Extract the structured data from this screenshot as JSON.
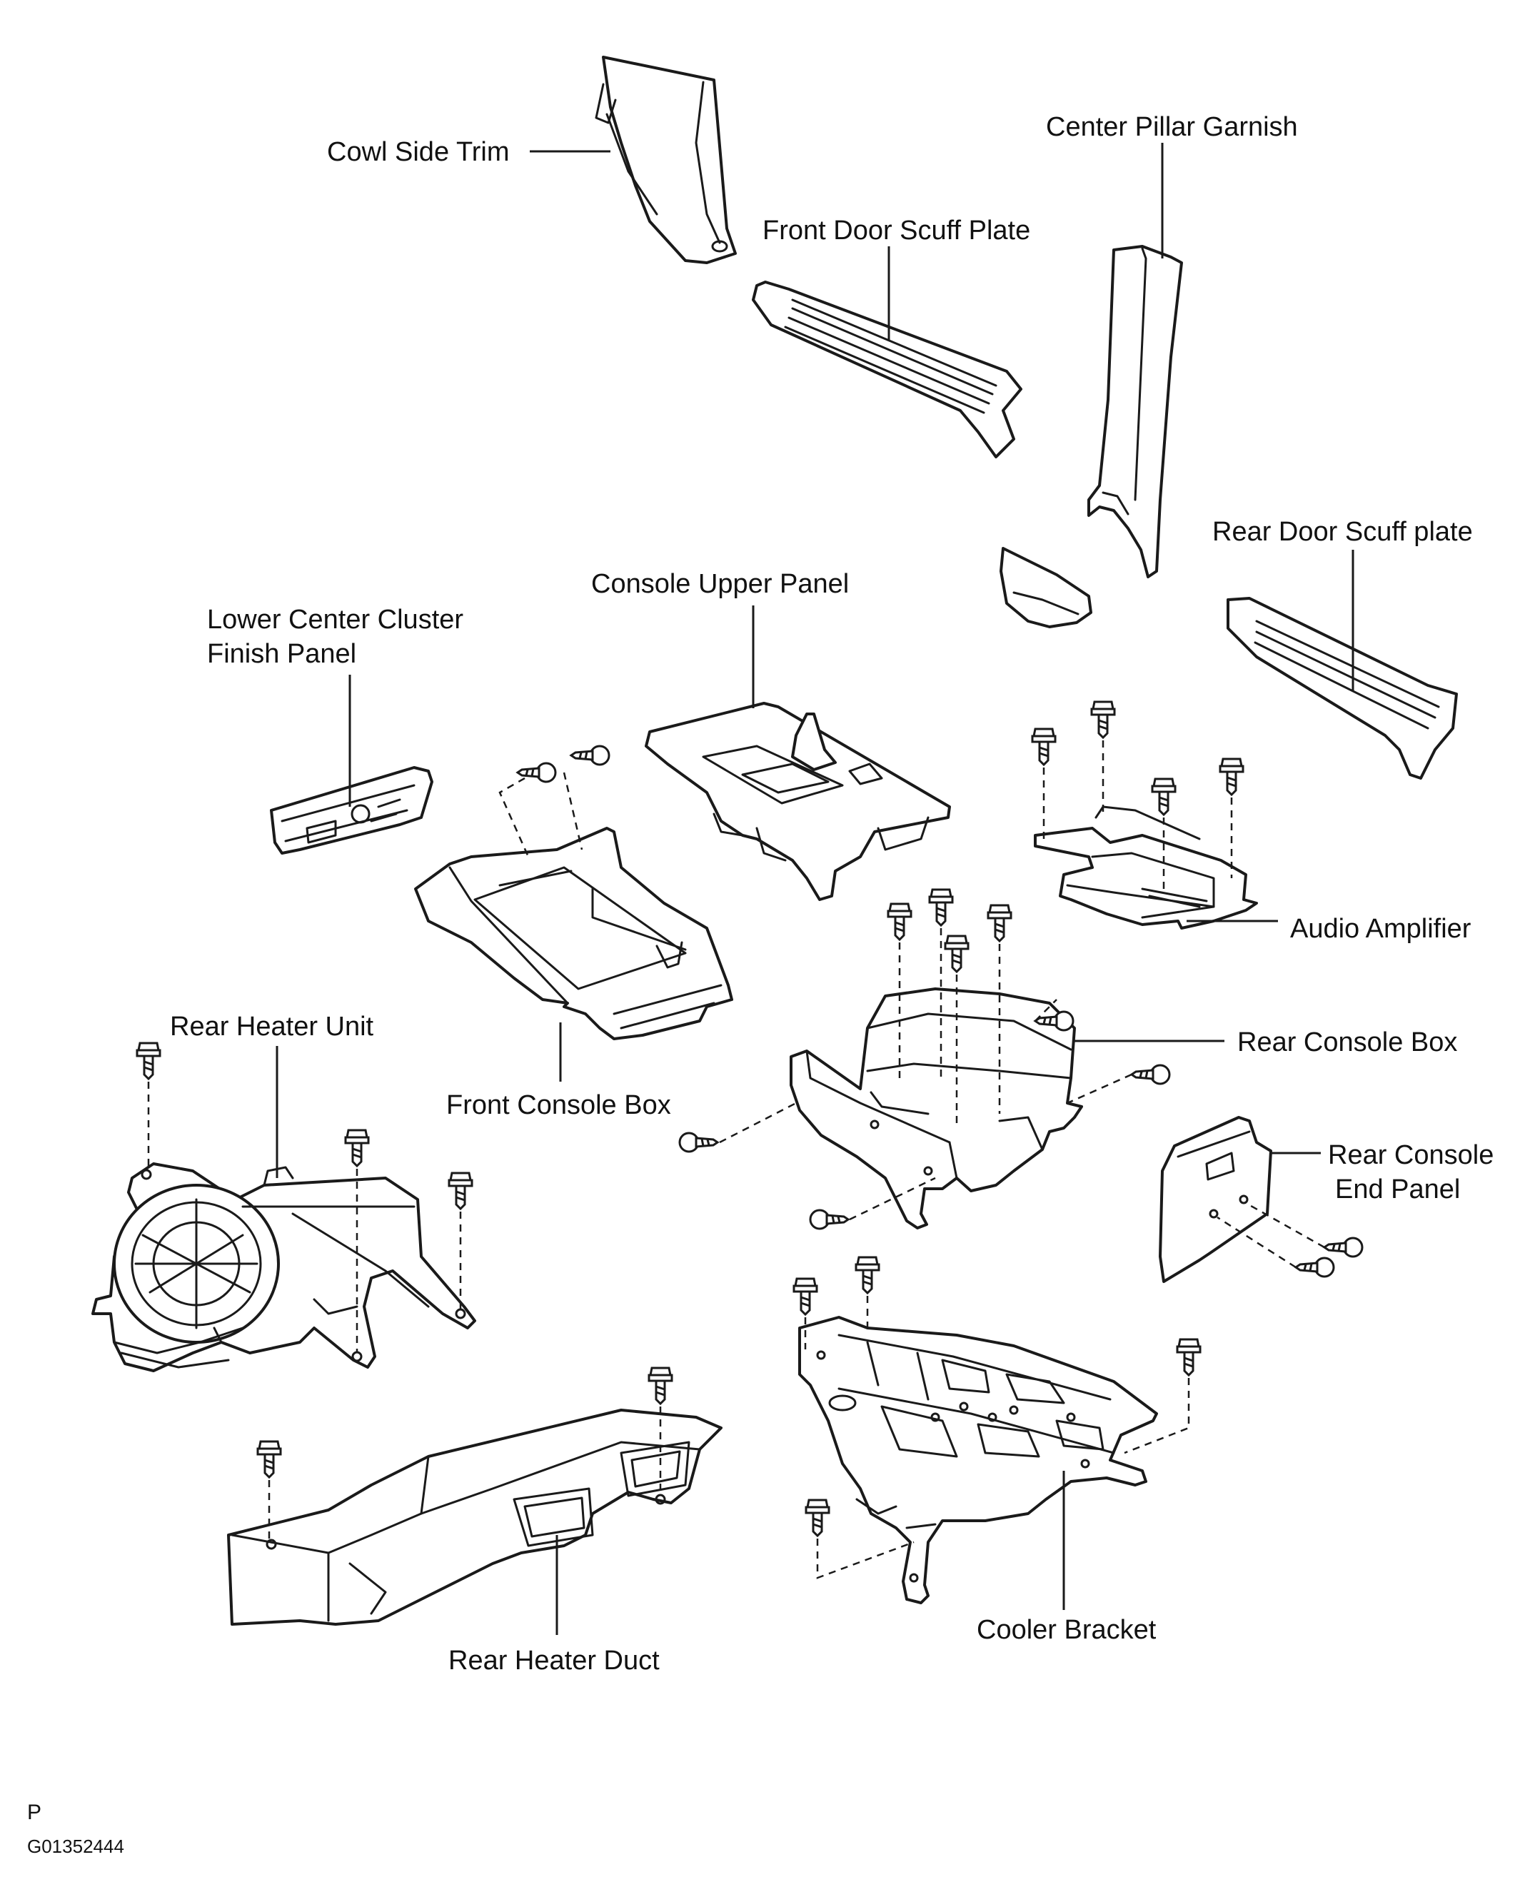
{
  "labels": {
    "cowl_side_trim": "Cowl Side Trim",
    "center_pillar_garnish": "Center Pillar Garnish",
    "front_door_scuff_plate": "Front Door Scuff Plate",
    "rear_door_scuff_plate": "Rear Door Scuff plate",
    "console_upper_panel": "Console Upper Panel",
    "lower_center_cluster_line1": "Lower Center Cluster",
    "lower_center_cluster_line2": "Finish Panel",
    "audio_amplifier": "Audio Amplifier",
    "rear_heater_unit": "Rear Heater Unit",
    "front_console_box": "Front Console Box",
    "rear_console_box": "Rear Console Box",
    "rear_console_end_panel_line1": "Rear Console",
    "rear_console_end_panel_line2": "End Panel",
    "rear_heater_duct": "Rear Heater Duct",
    "cooler_bracket": "Cooler Bracket"
  },
  "footer": {
    "letter": "P",
    "code": "G01352444"
  }
}
